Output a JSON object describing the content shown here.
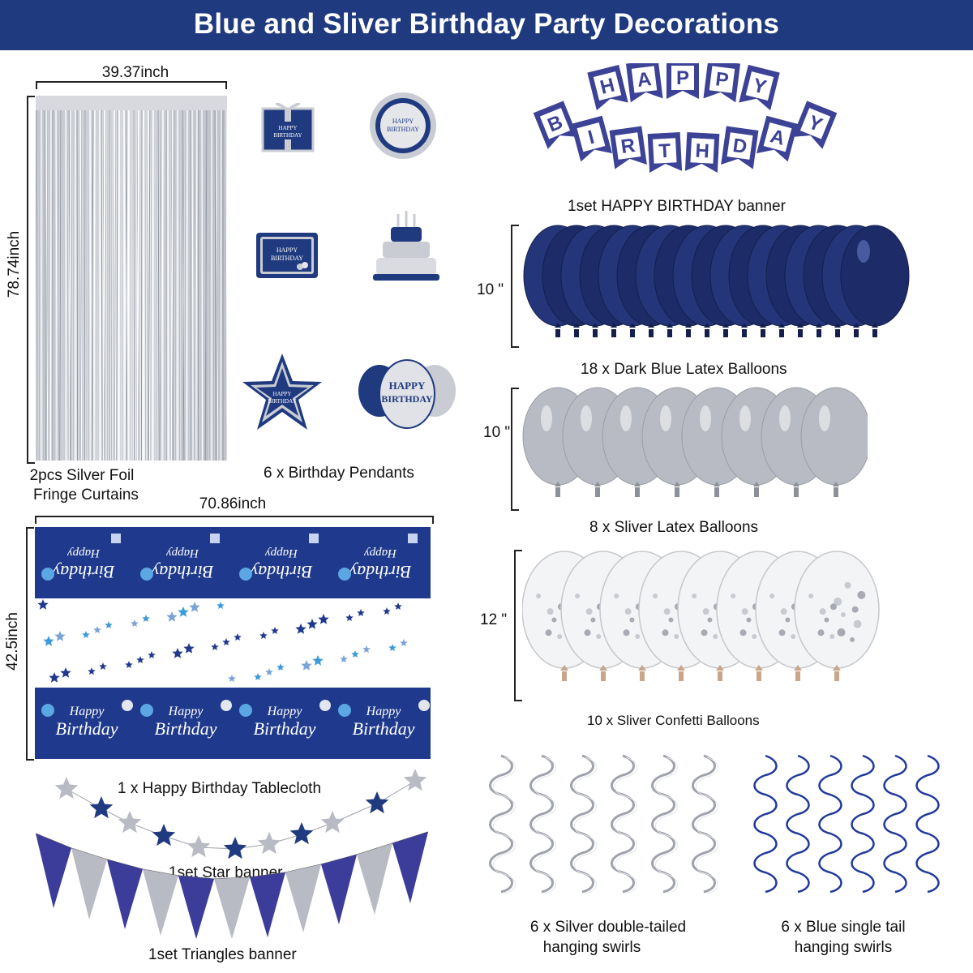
{
  "header": {
    "title": "Blue and Sliver Birthday Party Decorations"
  },
  "colors": {
    "navy": "#1f3a7f",
    "banner_blue": "#3c4296",
    "dark_blue_balloon": "#1f2f6e",
    "silver": "#b9bcc4"
  },
  "curtain": {
    "width": "39.37inch",
    "height": "78.74inch",
    "label_1": "2pcs Silver Foil",
    "label_2": "Fringe Curtains"
  },
  "pendants": {
    "label": "6 x Birthday Pendants",
    "text_1": "HAPPY",
    "text_2": "BIRTHDAY"
  },
  "banner": {
    "letters_top": [
      "H",
      "A",
      "P",
      "P",
      "Y"
    ],
    "letters_bottom": [
      "B",
      "I",
      "R",
      "T",
      "H",
      "D",
      "A",
      "Y"
    ],
    "label": "1set HAPPY BIRTHDAY banner"
  },
  "dark_balloons": {
    "size": "10 \"",
    "label": "18 x Dark Blue Latex Balloons",
    "count": 18
  },
  "silver_balloons": {
    "size": "10 \"",
    "label": "8 x Sliver Latex Balloons",
    "count": 8
  },
  "confetti_balloons": {
    "size": "12 \"",
    "label": "10 x Sliver Confetti Balloons"
  },
  "tablecloth": {
    "width": "70.86inch",
    "height": "42.5inch",
    "label": "1 x Happy Birthday Tablecloth",
    "script_1": "Happy",
    "script_2": "Birthday"
  },
  "star_banner": {
    "label": "1set Star banner"
  },
  "triangle_banner": {
    "label": "1set Triangles banner"
  },
  "silver_swirls": {
    "label_1": "6 x Silver double-tailed",
    "label_2": "hanging swirls"
  },
  "blue_swirls": {
    "label_1": "6 x Blue single tail",
    "label_2": "hanging swirls"
  }
}
